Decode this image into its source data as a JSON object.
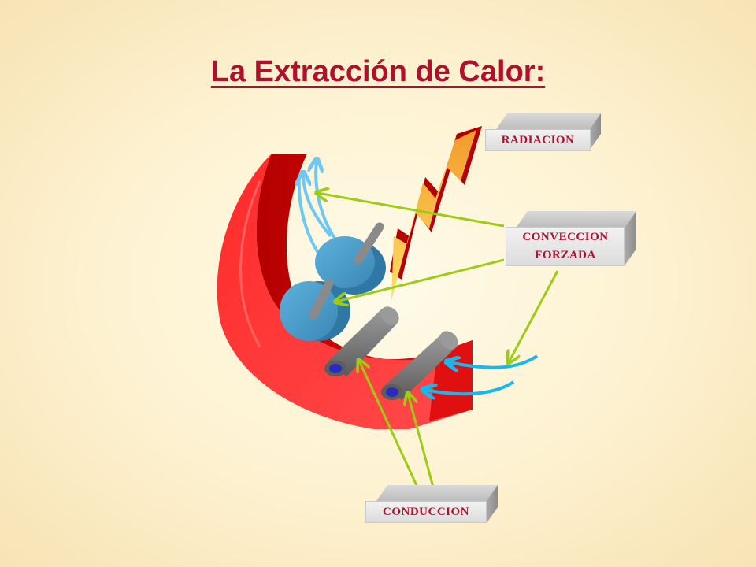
{
  "slide": {
    "title": "La Extracción de Calor:"
  },
  "labels": {
    "radiacion": "RADIACION",
    "conveccion_line1": "CONVECCION",
    "conveccion_line2": "FORZADA",
    "conduccion": "CONDUCCION"
  },
  "colors": {
    "title": "#b10f2e",
    "mold_red": "#ff1f1f",
    "arrow_green": "#9ccc14",
    "water_blue": "#16b8f0",
    "air_blue": "#6ec9f2",
    "roll_blue": "#4b9fce",
    "flame_yellow": "#ffd23a"
  }
}
